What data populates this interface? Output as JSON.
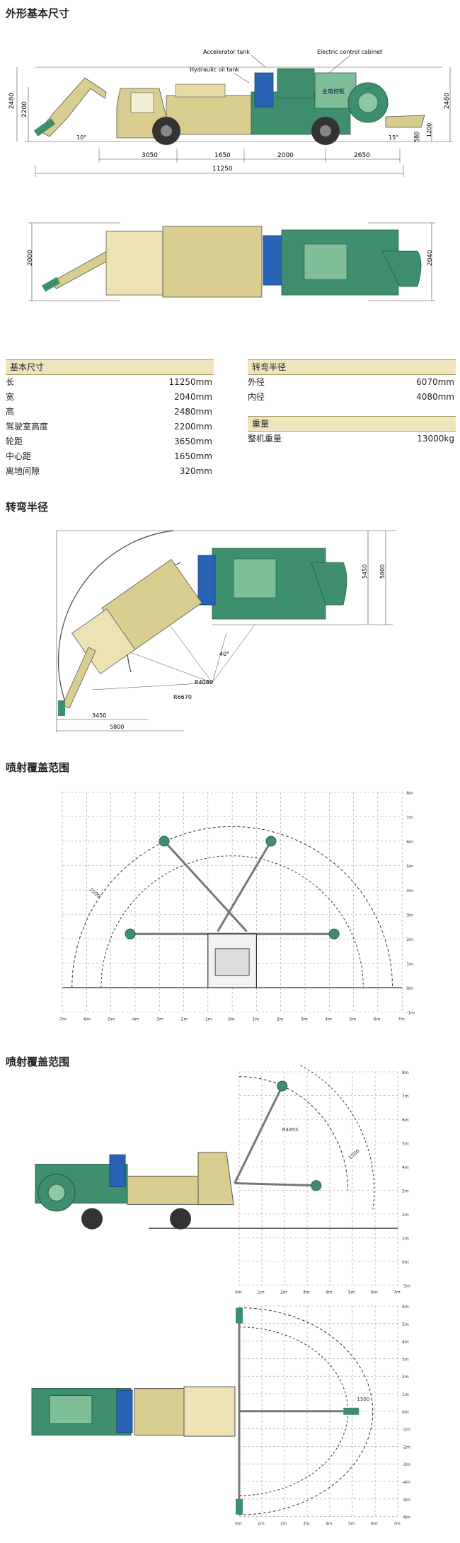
{
  "sections": {
    "dimensions_title": "外形基本尺寸",
    "turning_title": "转弯半径",
    "coverage_title_1": "喷射覆盖范围",
    "coverage_title_2": "喷射覆盖范围"
  },
  "side_view": {
    "callouts": [
      "Accelerator tank",
      "Hydraulic oil tank",
      "Electric control cabinet"
    ],
    "cabinet_text": "主电控柜",
    "heights": [
      "2480",
      "2200",
      "10°",
      "2480",
      "1200",
      "580",
      "15°"
    ],
    "lengths": [
      "3050",
      "1650",
      "2000",
      "2650"
    ],
    "total_length": "11250"
  },
  "top_view": {
    "width_left": "2000",
    "width_right": "2040"
  },
  "basic_specs": {
    "header": "基本尺寸",
    "rows": [
      {
        "label": "长",
        "value": "11250mm"
      },
      {
        "label": "宽",
        "value": "2040mm"
      },
      {
        "label": "高",
        "value": "2480mm"
      },
      {
        "label": "驾驶室高度",
        "value": "2200mm"
      },
      {
        "label": "轮距",
        "value": "3650mm"
      },
      {
        "label": "中心距",
        "value": "1650mm"
      },
      {
        "label": "离地间隙",
        "value": "320mm"
      }
    ]
  },
  "turning_specs": {
    "header": "转弯半径",
    "rows": [
      {
        "label": "外径",
        "value": "6070mm"
      },
      {
        "label": "内径",
        "value": "4080mm"
      }
    ]
  },
  "weight_specs": {
    "header": "重量",
    "rows": [
      {
        "label": "整机重量",
        "value": "13000kg"
      }
    ]
  },
  "turning_figure": {
    "labels": [
      "5450",
      "5800",
      "40°",
      "R4080",
      "R6670",
      "3450",
      "5800"
    ]
  },
  "coverage_front": {
    "y_ticks": [
      "8m",
      "7m",
      "6m",
      "5m",
      "4m",
      "3m",
      "2m",
      "1m",
      "0m",
      "-1m"
    ],
    "x_ticks": [
      "-7m",
      "-6m",
      "-5m",
      "-4m",
      "-3m",
      "-2m",
      "-1m",
      "0m",
      "1m",
      "2m",
      "3m",
      "4m",
      "5m",
      "6m",
      "7m"
    ],
    "label": "1500"
  },
  "coverage_side": {
    "y_ticks": [
      "8m",
      "7m",
      "6m",
      "5m",
      "4m",
      "3m",
      "2m",
      "1m",
      "0m",
      "-1m"
    ],
    "x_ticks": [
      "0m",
      "1m",
      "2m",
      "3m",
      "4m",
      "5m",
      "6m",
      "7m"
    ],
    "labels": [
      "R4855",
      "1500"
    ]
  },
  "coverage_top": {
    "y_ticks": [
      "6m",
      "5m",
      "4m",
      "3m",
      "2m",
      "1m",
      "0m",
      "-1m",
      "-2m",
      "-3m",
      "-4m",
      "-5m",
      "-6m"
    ],
    "x_ticks": [
      "0m",
      "1m",
      "2m",
      "3m",
      "4m",
      "5m",
      "6m",
      "7m"
    ],
    "label": "1500"
  },
  "colors": {
    "machine_beige": "#d9cd8f",
    "machine_green": "#3e8f6e",
    "machine_blue": "#2a63b5",
    "spec_header": "#eee5bf"
  }
}
